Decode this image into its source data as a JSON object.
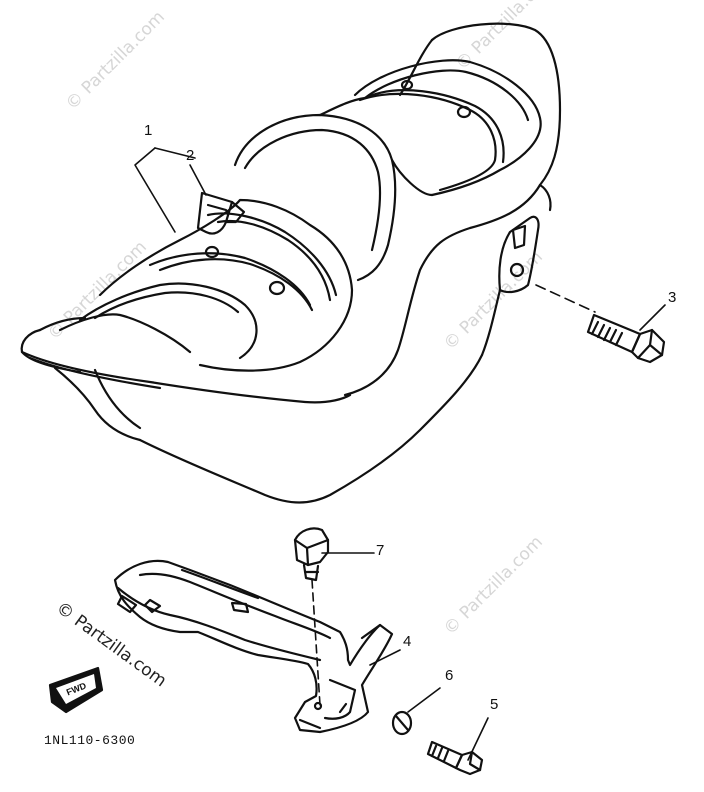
{
  "watermark": {
    "text": "© Partzilla.com"
  },
  "callouts": [
    "1",
    "2",
    "3",
    "4",
    "5",
    "6",
    "7"
  ],
  "fwd_label": "FWD",
  "drawing_code": "1NL110-6300"
}
